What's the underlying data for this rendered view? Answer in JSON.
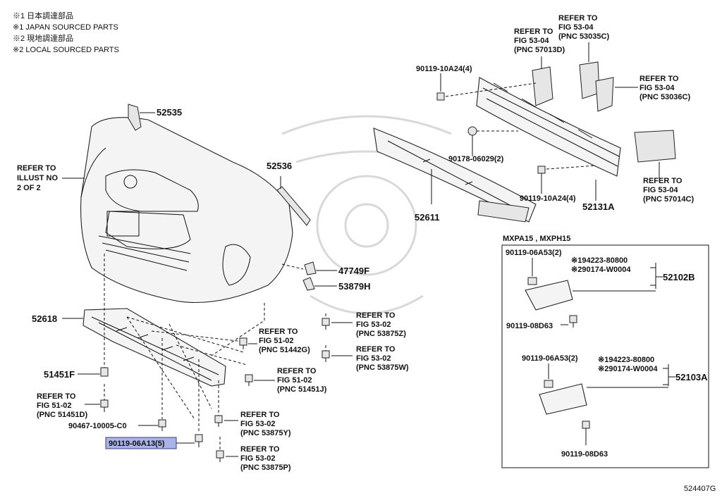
{
  "notes": [
    "※1 日本調達部品",
    "※1 JAPAN SOURCED PARTS",
    "※2 現地調達部品",
    "※2 LOCAL SOURCED PARTS"
  ],
  "callouts": {
    "c52535": "52535",
    "c52536": "52536",
    "c52618": "52618",
    "c51451F": "51451F",
    "c47749F": "47749F",
    "c53879H": "53879H",
    "c52611": "52611",
    "c52131A": "52131A",
    "c52102B": "52102B",
    "c52103A": "52103A"
  },
  "refs": {
    "illust": [
      "REFER TO",
      "ILLUST NO",
      "2 OF 2"
    ],
    "r51442G": [
      "REFER TO",
      "FIG 51-02",
      "(PNC 51442G)"
    ],
    "r51451J": [
      "REFER TO",
      "FIG 51-02",
      "(PNC 51451J)"
    ],
    "r51451D": [
      "REFER TO",
      "FIG 51-02",
      "(PNC 51451D)"
    ],
    "r53875Z": [
      "REFER TO",
      "FIG 53-02",
      "(PNC 53875Z)"
    ],
    "r53875W": [
      "REFER TO",
      "FIG 53-02",
      "(PNC 53875W)"
    ],
    "r53875Y": [
      "REFER TO",
      "FIG 53-02",
      "(PNC 53875Y)"
    ],
    "r53875P": [
      "REFER TO",
      "FIG 53-02",
      "(PNC 53875P)"
    ],
    "r57013D": [
      "REFER TO",
      "FIG 53-04",
      "(PNC 57013D)"
    ],
    "r53035C": [
      "REFER TO",
      "FIG 53-04",
      "(PNC 53035C)"
    ],
    "r53036C": [
      "REFER TO",
      "FIG 53-04",
      "(PNC 53036C)"
    ],
    "r57014C": [
      "REFER TO",
      "FIG 53-04",
      "(PNC 57014C)"
    ]
  },
  "fasteners": {
    "f10A24_top": "90119-10A24(4)",
    "f06029": "90178-06029(2)",
    "f10A24_bot": "90119-10A24(4)",
    "f10005": "90467-10005-C0",
    "f06A13": "90119-06A13(5)",
    "f06A53_a": "90119-06A53(2)",
    "f08D63_a": "90119-08D63",
    "f06A53_b": "90119-06A53(2)",
    "f08D63_b": "90119-08D63",
    "j194223_a": "※194223-80800",
    "j290174_a": "※290174-W0004",
    "j194223_b": "※194223-80800",
    "j290174_b": "※290174-W0004"
  },
  "inset_title": "MXPA15 , MXPH15",
  "diagram_id": "524407G",
  "highlight_color": "#a9b3e6"
}
